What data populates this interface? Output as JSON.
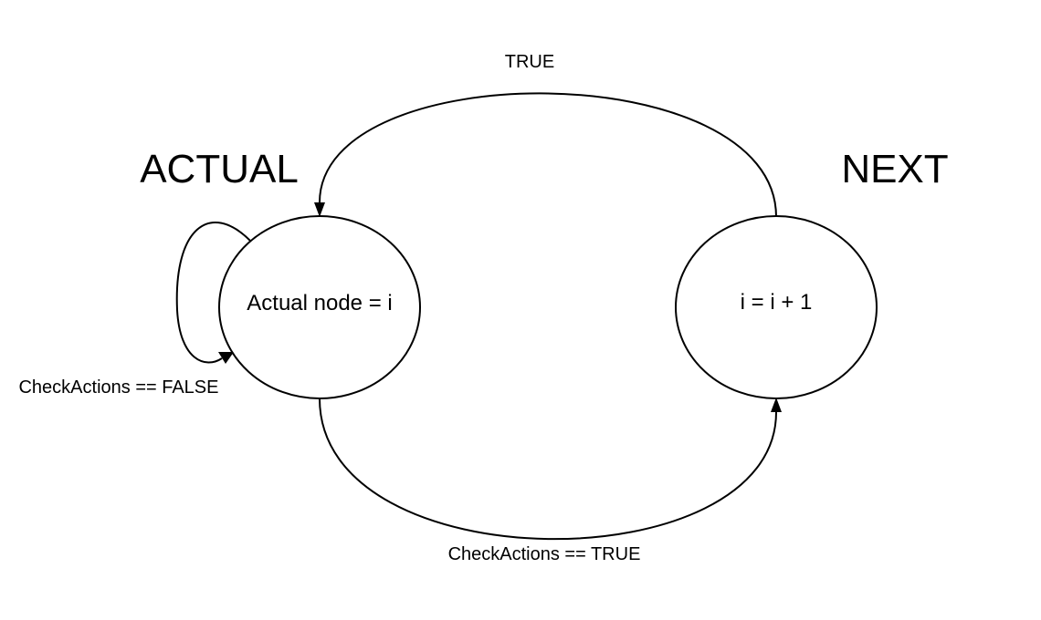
{
  "states": {
    "actual": {
      "title": "ACTUAL",
      "label": "Actual node = i"
    },
    "next": {
      "title": "NEXT",
      "label": "i = i + 1"
    }
  },
  "transitions": {
    "next_to_actual": "TRUE",
    "actual_to_next": "CheckActions == TRUE",
    "actual_self_loop": "CheckActions == FALSE"
  }
}
